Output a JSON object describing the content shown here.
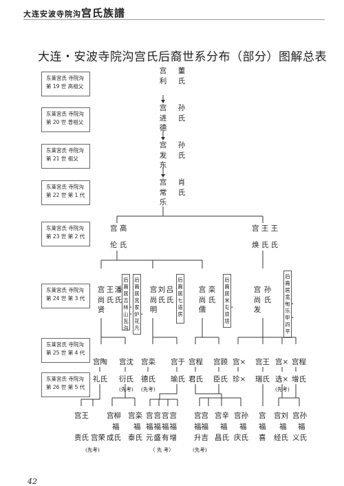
{
  "header": {
    "small": "大连安波寺院沟",
    "big": "宫氏族譜"
  },
  "title": "大连・安波寺院沟宫氏后裔世系分布（部分）图解总表",
  "page_number": "42",
  "generations": [
    {
      "place": "东莱宫氏 寺院沟",
      "gen": "第 19 世  高祖父"
    },
    {
      "place": "东莱宫氏 寺院沟",
      "gen": "第 20 世   曾祖父"
    },
    {
      "place": "东莱宫氏 寺院沟",
      "gen": "第 21 世   祖父"
    },
    {
      "place": "东莱宫氏 寺院沟",
      "gen": "第 22 世  第 1 代"
    },
    {
      "place": "东莱宫氏 寺院沟",
      "gen": "第 23 世  第 2 代"
    },
    {
      "place": "东莱宫氏 寺院沟",
      "gen": "第 24 世  第 3 代"
    },
    {
      "place": "东莱宫氏 寺院沟",
      "gen": "第 25 世  第 4 代"
    },
    {
      "place": "东莱宫氏 寺院沟",
      "gen": "第 26 世  第 5 代"
    }
  ],
  "gen19": {
    "col1": "宫利",
    "col2": "董氏"
  },
  "gen20": {
    "col1": "宫进德",
    "col2": "孙氏"
  },
  "gen21": {
    "col1": "宫发东",
    "col2": "孙氏"
  },
  "gen22": {
    "col1": "宫常乐",
    "col2": "肖氏"
  },
  "gen23": {
    "left": {
      "r1": "宫  高",
      "r2": "伦  氏"
    },
    "right": {
      "r1": "宫  王  王",
      "r2": "焕  氏  氏"
    }
  },
  "gen24": {
    "a": {
      "c1": "宫尚贤",
      "c2": "王氏",
      "c3": "潘氏"
    },
    "b": {
      "c1": "宫尚明",
      "c2": "刘氏",
      "c3": "吕氏"
    },
    "c": {
      "c1": "宫尚儒",
      "c2": "栾氏"
    },
    "d": {
      "c1": "宫尚发",
      "c2": "孙氏"
    },
    "notes": [
      "后裔居吉林・山・瓦沟",
      "后裔居七道房",
      "后裔居米屯・双塔",
      "后裔居宽甸・乐甲・四平"
    ],
    "note_hongfan": "后裔居宫家炉・花凡"
  },
  "gen25": [
    "宫陶",
    "宫沈",
    "宫栾",
    "宫于",
    "宫程",
    "宫顾",
    "宫×",
    "宫王",
    "宫×",
    "宫程"
  ],
  "gen26": [
    "礼氏",
    "衍氏",
    "德氏",
    "瑜氏",
    "君氏",
    "臣氏",
    "珍×",
    "瑞氏",
    "选×",
    "增氏"
  ],
  "gen26_notes": {
    "xiankao1": "(先考)",
    "xiankao2": "(先考)",
    "xiankao3": "(先考)"
  },
  "gen27": [
    {
      "top": "宫王",
      "mid": "",
      "bot": "贵氏"
    },
    {
      "top": "宫荣",
      "mid": "",
      "bot": ""
    },
    {
      "top": "宫柳",
      "mid": "福",
      "bot": "成氏"
    },
    {
      "top": "宫栾",
      "mid": "福",
      "bot": "泰氏"
    },
    {
      "top": "宫宫宫宫",
      "mid": "福福福福",
      "bot": "元盛有增"
    },
    {
      "top": "宫宫",
      "mid": "福福",
      "bot": "升吉"
    },
    {
      "top": "宫辛",
      "mid": "福",
      "bot": "昌氏"
    },
    {
      "top": "宫孙",
      "mid": "福",
      "bot": "庆氏"
    },
    {
      "top": "宫",
      "mid": "福",
      "bot": "喜"
    },
    {
      "top": "宫刘",
      "mid": "福",
      "bot": "经氏"
    },
    {
      "top": "宫孙",
      "mid": "福",
      "bot": "义氏"
    }
  ],
  "gen27_notes": {
    "n1": "(先考)",
    "n2": "（ 先  考）",
    "n3": "(先考)"
  }
}
